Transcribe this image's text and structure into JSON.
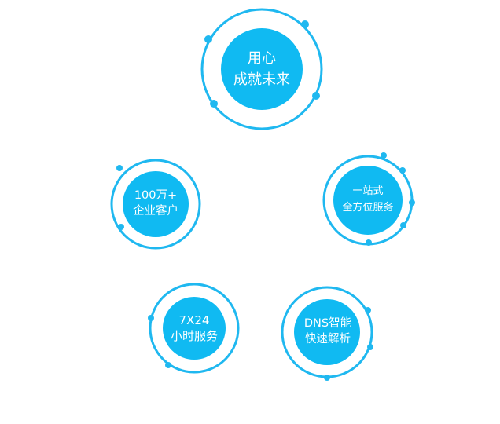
{
  "colors": {
    "ring": "#1fb8f0",
    "fill": "#10baf2",
    "text": "#ffffff"
  },
  "badges": {
    "center": {
      "line1": "用心",
      "line2": "成就未来"
    },
    "customers": {
      "line1": "100万+",
      "line2": "企业客户"
    },
    "onestop": {
      "line1": "一站式",
      "line2": "全方位服务"
    },
    "support": {
      "line1": "7X24",
      "line2": "小时服务"
    },
    "dns": {
      "line1": "DNS智能",
      "line2": "快速解析"
    }
  }
}
